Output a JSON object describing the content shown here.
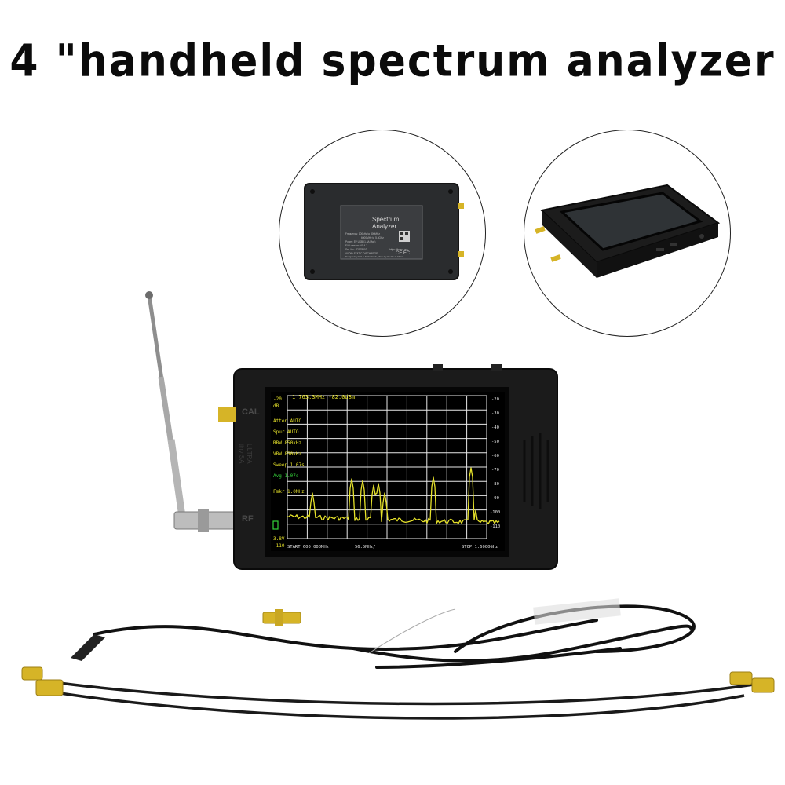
{
  "headline": "4 \"handheld spectrum analyzer",
  "back_label": {
    "title_line1": "Spectrum",
    "title_line2": "Analyzer",
    "spec_lines": [
      "Frequency: 100kHz to 800MHz",
      "6000MHz to 5.3GHz",
      "Power: 5V USB (1.5A Max)",
      "F/W version: V0.4.2",
      "Ser. No.: 22178503"
    ],
    "warning": "AVOID STATIC DISCHARGE",
    "url": "https://tinysa.org",
    "marks": "CE FC",
    "credit": "Designed by Erik in Netherlands, Made by ZeeWe in China"
  },
  "device": {
    "port_cal": "CAL",
    "port_rf": "RF",
    "side_labels": [
      "tiny SA",
      "ULTRA"
    ]
  },
  "screen": {
    "marker_readout": "1  763.3MHz -82.0dBm",
    "left_panel": [
      "-20",
      "dB",
      "Atten AUTO",
      "Spur AUTO",
      "RBW 850kHz",
      "VBW 850kHz",
      "Sweep 1.07s",
      "Avg 1.07s",
      "Fmkr 1.0MHz"
    ],
    "battery": "3.8V",
    "bottom_left_level": "-110",
    "y_ticks": [
      "-20",
      "-30",
      "-40",
      "-50",
      "-60",
      "-70",
      "-80",
      "-90",
      "-100",
      "-110"
    ],
    "start": "START 600.000MHz",
    "center": "56.5MHz/",
    "stop": "STOP 1.6000GHz"
  },
  "colors": {
    "trace": "#e6e22a",
    "grid": "#ffffff",
    "device_body": "#1b1b1b",
    "connector_gold": "#d6b427"
  }
}
